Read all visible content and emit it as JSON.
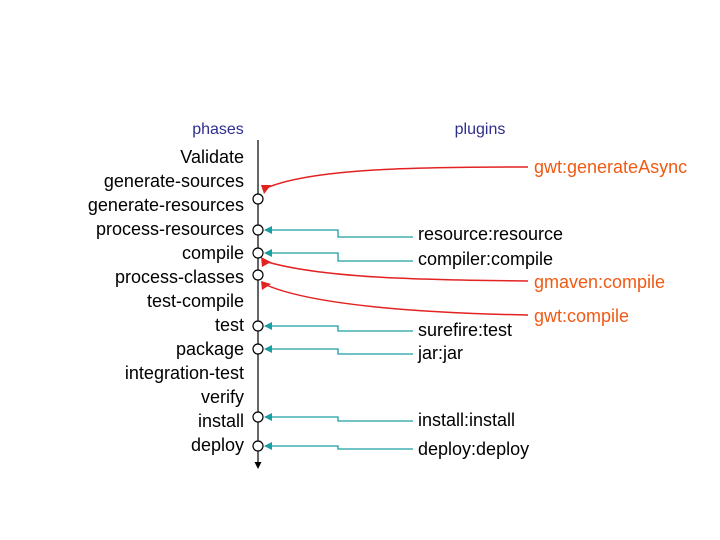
{
  "headers": {
    "phases": "phases",
    "plugins": "plugins"
  },
  "phases": [
    "Validate",
    "generate-sources",
    "generate-resources",
    "process-resources",
    "compile",
    "process-classes",
    "test-compile",
    "test",
    "package",
    "integration-test",
    "verify",
    "install",
    "deploy"
  ],
  "plugins": {
    "generate_async": "gwt:generateAsync",
    "resource": "resource:resource",
    "compiler": "compiler:compile",
    "gmaven": "gmaven:compile",
    "gwt_compile": "gwt:compile",
    "surefire": "surefire:test",
    "jar": "jar:jar",
    "install": "install:install",
    "deploy": "deploy:deploy"
  },
  "colors": {
    "header": "#2e2e8f",
    "plugin_red": "#f05a14",
    "arrow_red": "#e32222",
    "arrow_teal": "#1a9ea0"
  }
}
